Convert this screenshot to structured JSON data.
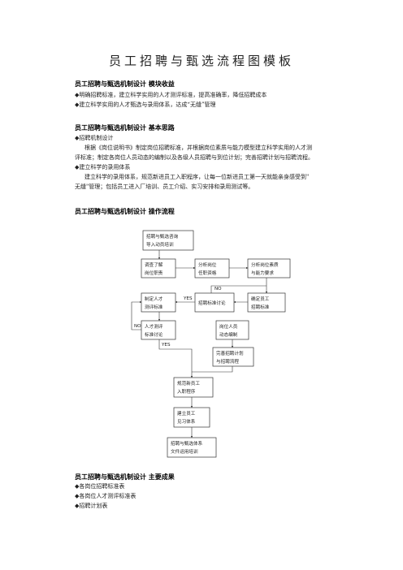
{
  "title": "员工招聘与甄选流程图模板",
  "sec1": {
    "heading": "员工招聘与甄选机制设计  模块收益",
    "items": [
      "明确招聘标准，建立科学实用的人才测评标准，提高准确率，降低招聘成本",
      "建立科学实用的人才甄选与录用体系，达成“无缝”管理"
    ]
  },
  "sec2": {
    "heading": "员工招聘与甄选机制设计  基本思路",
    "b1": "招聘机制设计",
    "p1a": "根据《岗位说明书》制定岗位招聘标准，并根据岗位素质与能力模型建立科学实用的人才测",
    "p1b": "评标准；制定各岗位人员动态的编制以及各级人员招聘与到位计划；完善招聘计划与招聘流程。",
    "b2": "建立科学的录用体系",
    "p2a": "建立科学的录用体系，规范新进员工入职程序，让每一位新进员工第一天就能亲身感受到\"",
    "p2b": "无缝\"管理；包括员工进入厂培训、员工介绍、实习安排和录用测试等。"
  },
  "sec3": {
    "heading": "员工招聘与甄选机制设计  操作流程",
    "nodes": {
      "n0": [
        "招聘与甄选咨询",
        "导入动员培训"
      ],
      "n1": [
        "调查了解",
        "岗位职责"
      ],
      "n2": [
        "分析岗位",
        "任职资格"
      ],
      "n3": [
        "分析岗位素质",
        "与能力要求"
      ],
      "n4": [
        "制定人才",
        "测评标准"
      ],
      "n5": [
        "招聘标准讨论"
      ],
      "n6": [
        "确定员工",
        "招聘标准"
      ],
      "n7": [
        "人才测评",
        "标准讨论"
      ],
      "n8": [
        "岗位人员",
        "动态编制"
      ],
      "n9": [
        "完善招聘计划",
        "与招聘流程"
      ],
      "n10": [
        "规范新员工",
        "入职程序"
      ],
      "n11": [
        "建立员工",
        "见习体系"
      ],
      "n12": [
        "招聘与甄选体系",
        "文件运用培训"
      ]
    },
    "labels": {
      "no1": "NO",
      "yes1": "YES",
      "no2": "NO",
      "yes2": "YES"
    }
  },
  "sec4": {
    "heading": "员工招聘与甄选机制设计  主要成果",
    "items": [
      "各岗位招聘标准表",
      "各岗位人才测评标准表",
      "招聘计划表"
    ]
  }
}
